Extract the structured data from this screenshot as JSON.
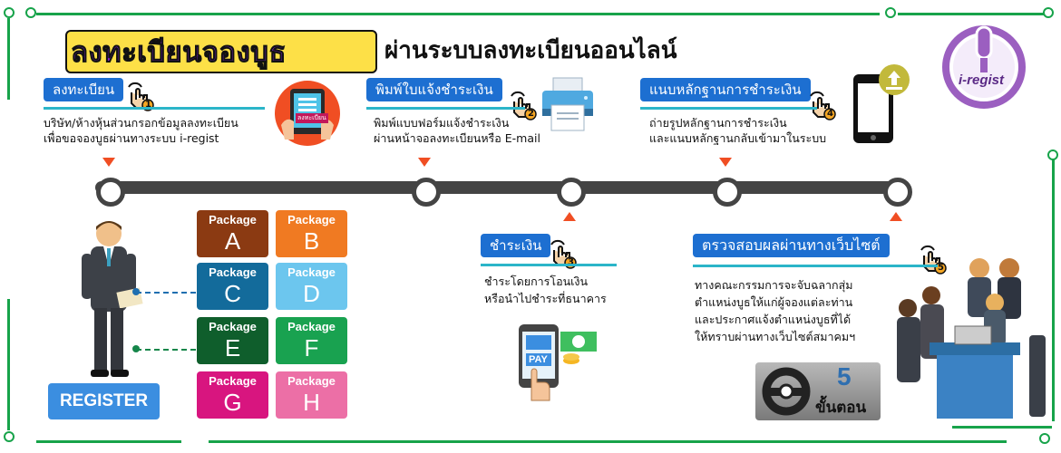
{
  "title": {
    "main": "ลงทะเบียนจองบูธ",
    "sub": "ผ่านระบบลงทะเบียนออนไลน์"
  },
  "logo": {
    "text": "i-regist"
  },
  "steps": [
    {
      "num": "1",
      "label": "ลงทะเบียน",
      "desc1": "บริษัท/ห้างหุ้นส่วนกรอกข้อมูลลงทะเบียน",
      "desc2": "เพื่อขอจองบูธผ่านทางระบบ i-regist",
      "tablet_text": "ลงทะเบียน"
    },
    {
      "num": "2",
      "label": "พิมพ์ใบแจ้งชำระเงิน",
      "desc1": "พิมพ์แบบฟอร์มแจ้งชำระเงิน",
      "desc2": "ผ่านหน้าจอลงทะเบียนหรือ E-mail"
    },
    {
      "num": "3",
      "label": "ชำระเงิน",
      "desc1": "ชำระโดยการโอนเงิน",
      "desc2": "หรือนำไปชำระที่ธนาคาร",
      "pay_text": "PAY"
    },
    {
      "num": "4",
      "label": "แนบหลักฐานการชำระเงิน",
      "desc1": "ถ่ายรูปหลักฐานการชำระเงิน",
      "desc2": "และแนบหลักฐานกลับเข้ามาในระบบ"
    },
    {
      "num": "5",
      "label": "ตรวจสอบผลผ่านทางเว็บไซต์",
      "desc1": "ทางคณะกรรมการจะจับฉลากสุ่ม",
      "desc2": "ตำแหน่งบูธให้แก่ผู้จองแต่ละท่าน",
      "desc3": "และประกาศแจ้งตำแหน่งบูธที่ได้",
      "desc4": "ให้ทราบผ่านทางเว็บไซต์สมาคมฯ"
    }
  ],
  "packages": [
    {
      "label": "Package",
      "letter": "A",
      "color": "#8b3a12"
    },
    {
      "label": "Package",
      "letter": "B",
      "color": "#f07a22"
    },
    {
      "label": "Package",
      "letter": "C",
      "color": "#136b9b"
    },
    {
      "label": "Package",
      "letter": "D",
      "color": "#6cc6ee"
    },
    {
      "label": "Package",
      "letter": "E",
      "color": "#0f5e2c"
    },
    {
      "label": "Package",
      "letter": "F",
      "color": "#19a250"
    },
    {
      "label": "Package",
      "letter": "G",
      "color": "#d8157f"
    },
    {
      "label": "Package",
      "letter": "H",
      "color": "#ec6fa6"
    }
  ],
  "register_button": "REGISTER",
  "badge": {
    "number": "5",
    "text": "ขั้นตอน"
  },
  "colors": {
    "step_label": "#1d6fd1",
    "underline": "#2bb5c9",
    "timeline": "#444444",
    "arrow": "#f04e23",
    "border": "#17a34a",
    "title_text": "#7e22ce",
    "title_highlight": "#fde047"
  },
  "icons": [
    "hand-tap-icon",
    "tablet-icon",
    "printer-icon",
    "phone-pay-icon",
    "money-icon",
    "phone-upload-icon",
    "businessman-icon",
    "meeting-icon",
    "i-regist-logo"
  ]
}
